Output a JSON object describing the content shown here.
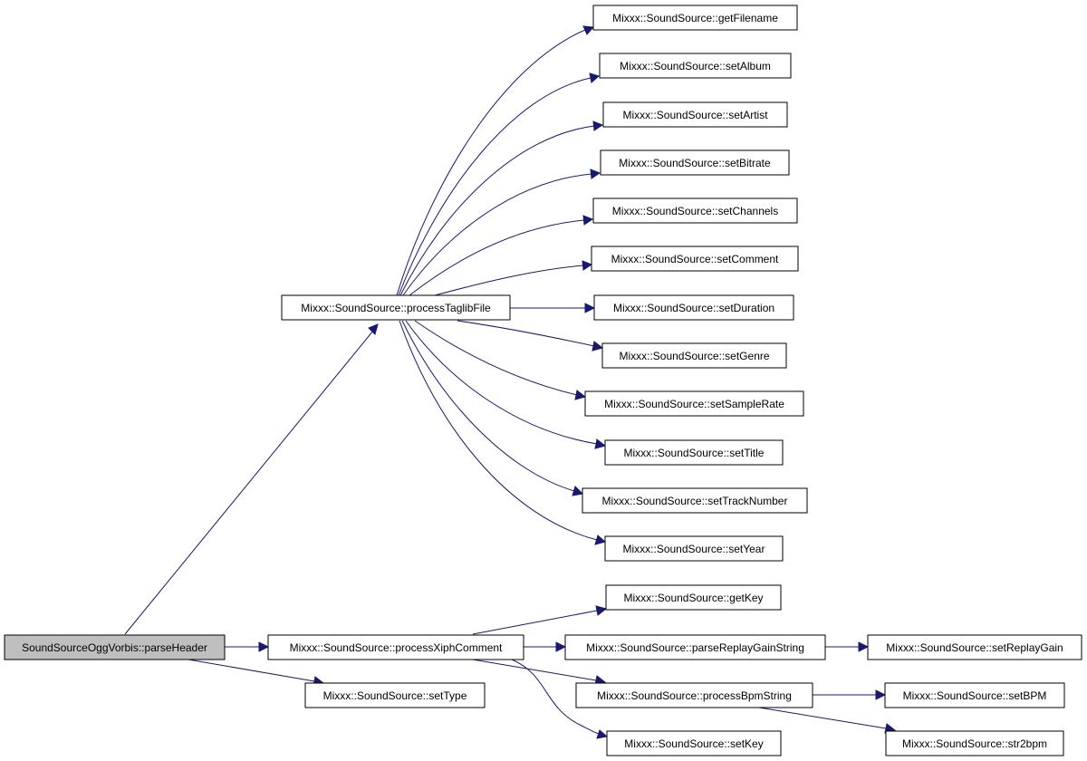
{
  "colors": {
    "edge": "#191970",
    "node_fill": "#ffffff",
    "root_fill": "#bfbfbf",
    "node_border": "#000000"
  },
  "nodes": {
    "parseHeader": "SoundSourceOggVorbis::parseHeader",
    "processTaglibFile": "Mixxx::SoundSource::processTaglibFile",
    "processXiphComment": "Mixxx::SoundSource::processXiphComment",
    "setType": "Mixxx::SoundSource::setType",
    "getFilename": "Mixxx::SoundSource::getFilename",
    "setAlbum": "Mixxx::SoundSource::setAlbum",
    "setArtist": "Mixxx::SoundSource::setArtist",
    "setBitrate": "Mixxx::SoundSource::setBitrate",
    "setChannels": "Mixxx::SoundSource::setChannels",
    "setComment": "Mixxx::SoundSource::setComment",
    "setDuration": "Mixxx::SoundSource::setDuration",
    "setGenre": "Mixxx::SoundSource::setGenre",
    "setSampleRate": "Mixxx::SoundSource::setSampleRate",
    "setTitle": "Mixxx::SoundSource::setTitle",
    "setTrackNumber": "Mixxx::SoundSource::setTrackNumber",
    "setYear": "Mixxx::SoundSource::setYear",
    "getKey": "Mixxx::SoundSource::getKey",
    "parseReplayGainString": "Mixxx::SoundSource::parseReplayGainString",
    "processBpmString": "Mixxx::SoundSource::processBpmString",
    "setKey": "Mixxx::SoundSource::setKey",
    "setReplayGain": "Mixxx::SoundSource::setReplayGain",
    "setBPM": "Mixxx::SoundSource::setBPM",
    "str2bpm": "Mixxx::SoundSource::str2bpm"
  },
  "edges": [
    {
      "from": "parseHeader",
      "to": "processTaglibFile"
    },
    {
      "from": "parseHeader",
      "to": "processXiphComment"
    },
    {
      "from": "parseHeader",
      "to": "setType"
    },
    {
      "from": "processTaglibFile",
      "to": "getFilename"
    },
    {
      "from": "processTaglibFile",
      "to": "setAlbum"
    },
    {
      "from": "processTaglibFile",
      "to": "setArtist"
    },
    {
      "from": "processTaglibFile",
      "to": "setBitrate"
    },
    {
      "from": "processTaglibFile",
      "to": "setChannels"
    },
    {
      "from": "processTaglibFile",
      "to": "setComment"
    },
    {
      "from": "processTaglibFile",
      "to": "setDuration"
    },
    {
      "from": "processTaglibFile",
      "to": "setGenre"
    },
    {
      "from": "processTaglibFile",
      "to": "setSampleRate"
    },
    {
      "from": "processTaglibFile",
      "to": "setTitle"
    },
    {
      "from": "processTaglibFile",
      "to": "setTrackNumber"
    },
    {
      "from": "processTaglibFile",
      "to": "setYear"
    },
    {
      "from": "processXiphComment",
      "to": "getKey"
    },
    {
      "from": "processXiphComment",
      "to": "parseReplayGainString"
    },
    {
      "from": "processXiphComment",
      "to": "processBpmString"
    },
    {
      "from": "processXiphComment",
      "to": "setKey"
    },
    {
      "from": "parseReplayGainString",
      "to": "setReplayGain"
    },
    {
      "from": "processBpmString",
      "to": "setBPM"
    },
    {
      "from": "processBpmString",
      "to": "str2bpm"
    }
  ]
}
